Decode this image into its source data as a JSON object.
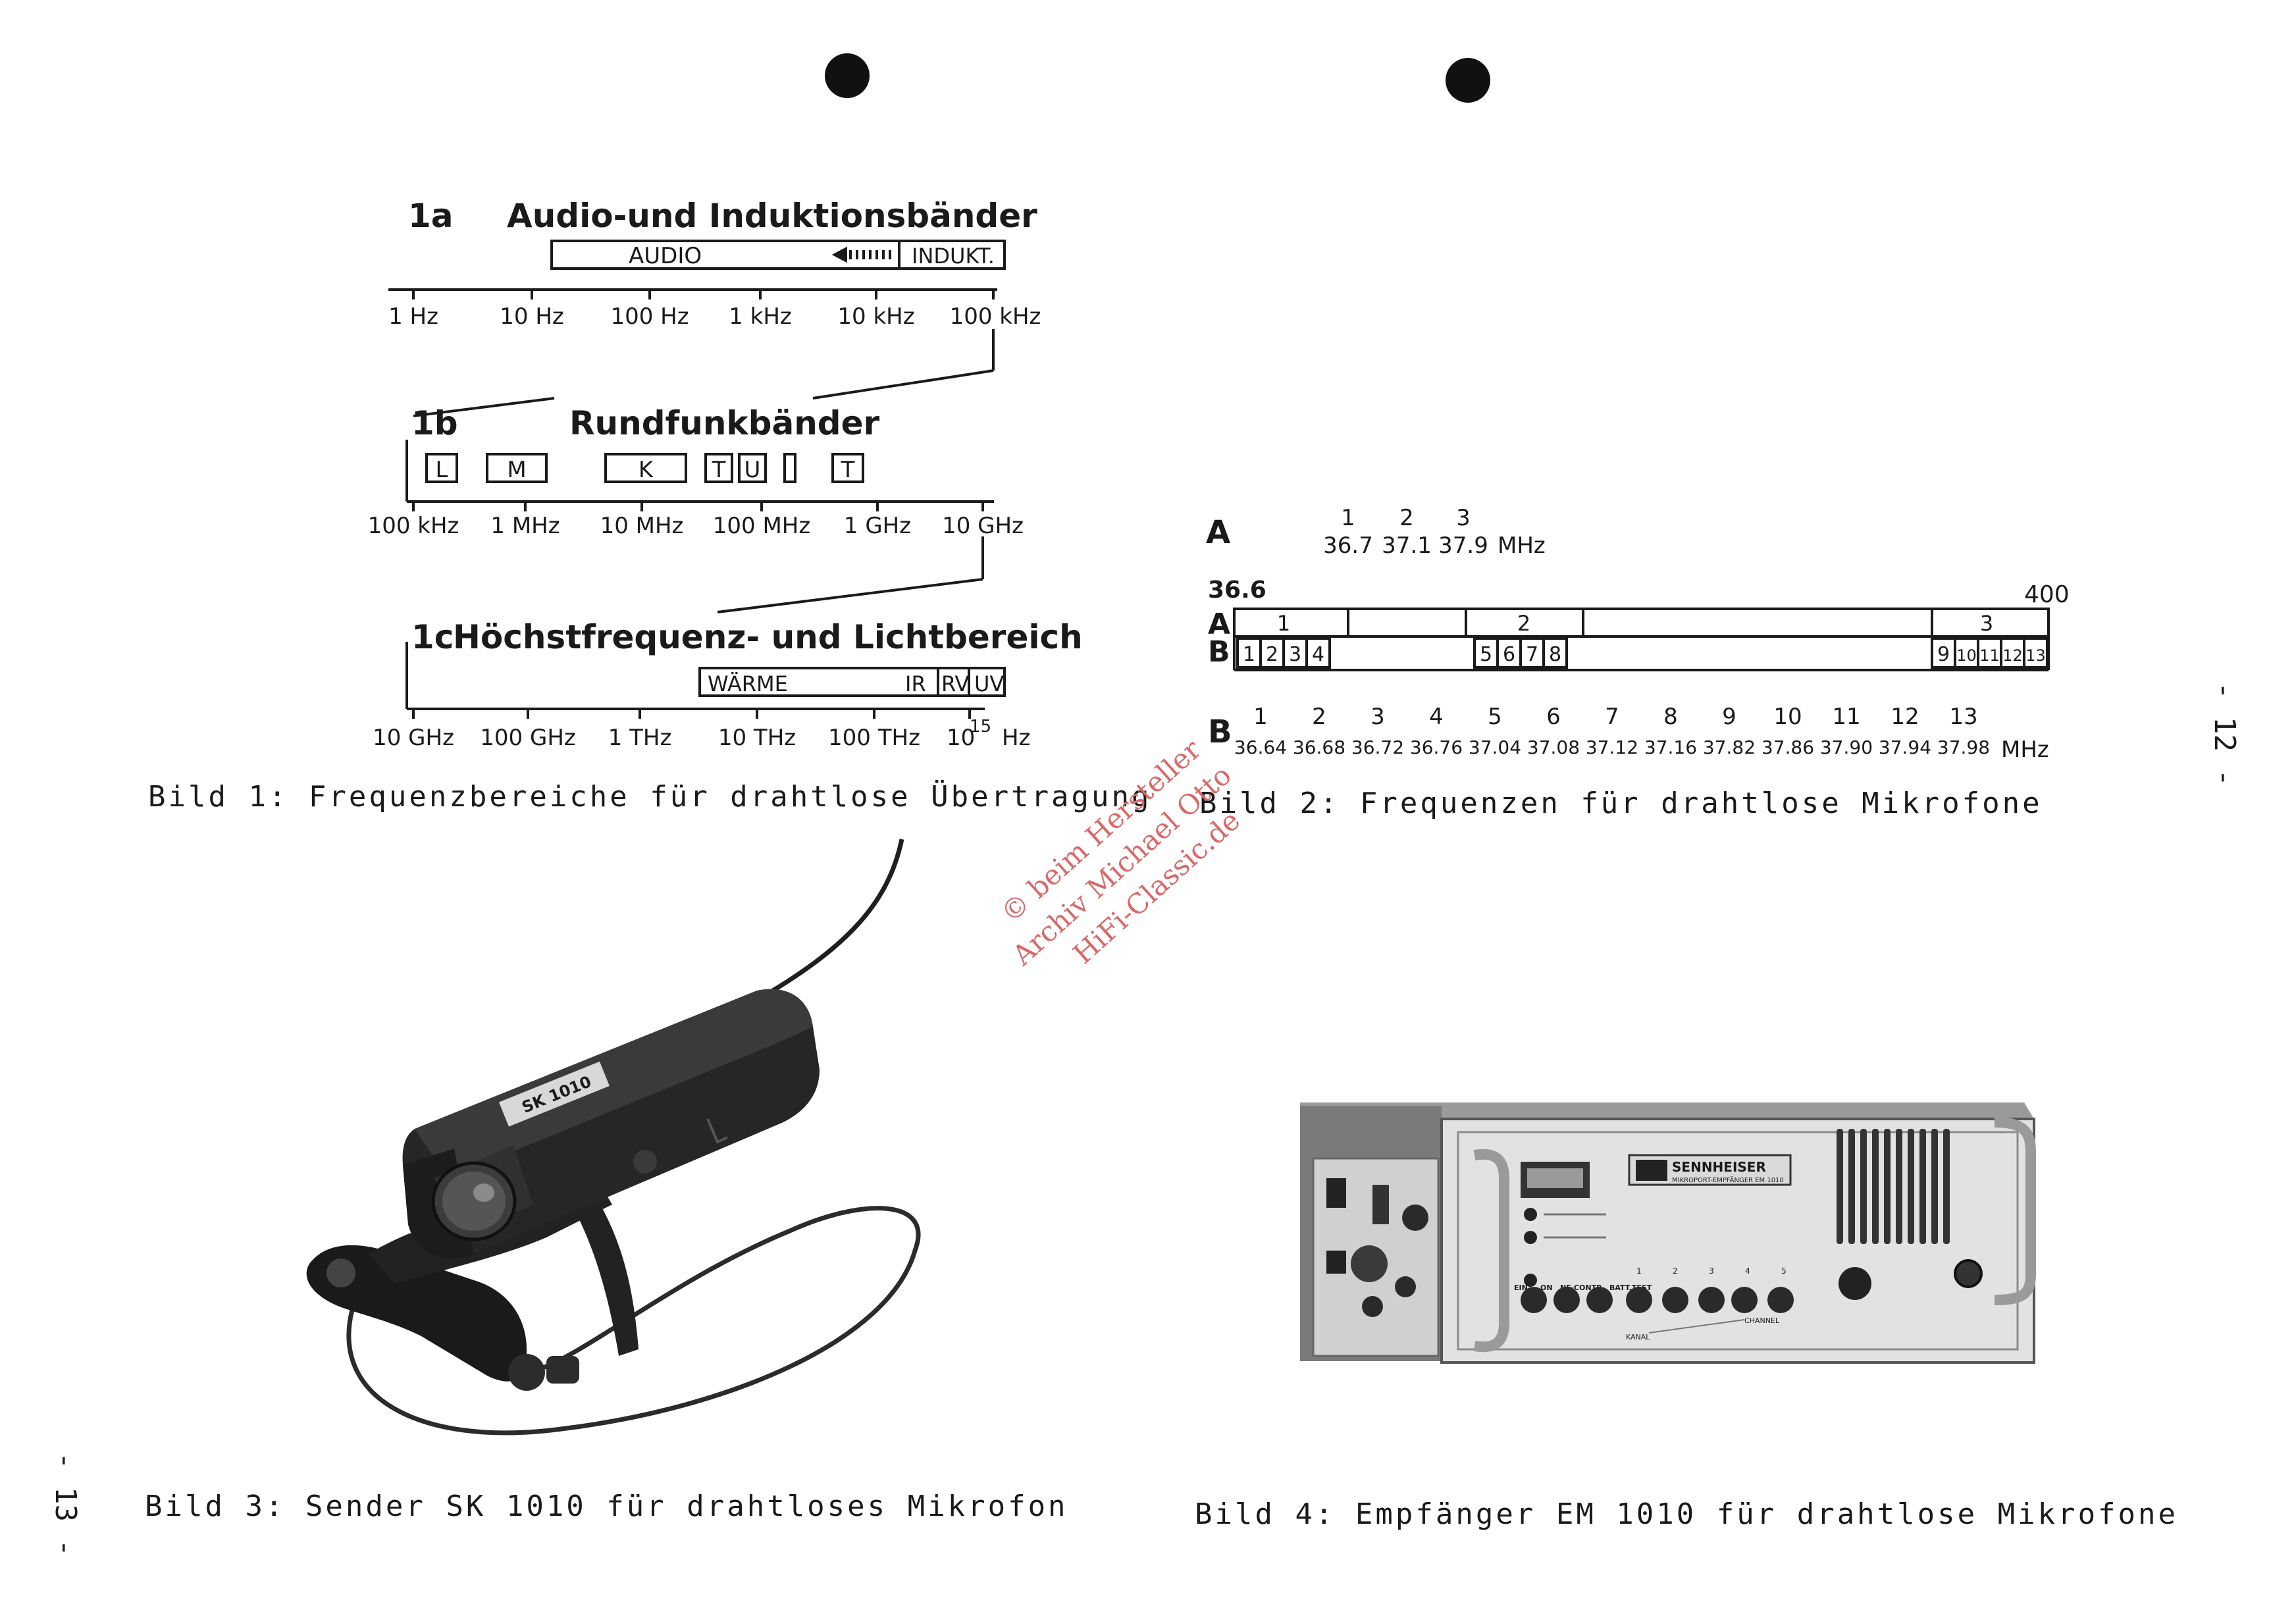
{
  "fig1": {
    "a": {
      "id": "1a",
      "title": "Audio-und Induktionsbänder",
      "bands": [
        "AUDIO",
        "INDUKT."
      ],
      "ticks": [
        "1 Hz",
        "10 Hz",
        "100 Hz",
        "1 kHz",
        "10 kHz",
        "100 kHz"
      ]
    },
    "b": {
      "id": "1b",
      "title": "Rundfunkbänder",
      "bands": [
        "L",
        "M",
        "K",
        "T",
        "U",
        "",
        "T"
      ],
      "ticks": [
        "100 kHz",
        "1 MHz",
        "10 MHz",
        "100 MHz",
        "1 GHz",
        "10 GHz"
      ]
    },
    "c": {
      "id": "1c",
      "title": "Höchstfrequenz- und Lichtbereich",
      "bands": [
        "WÄRME",
        "IR",
        "RV",
        "UV"
      ],
      "ticks": [
        "10 GHz",
        "100 GHz",
        "1 THz",
        "10 THz",
        "100 THz"
      ],
      "tick_last_base": "10",
      "tick_last_exp": "15",
      "tick_last_unit": "Hz"
    }
  },
  "fig2": {
    "row_a_label": "A",
    "row_b_label": "B",
    "a_channels": [
      "1",
      "2",
      "3"
    ],
    "a_freqs": [
      "36.7",
      "37.1",
      "37.9"
    ],
    "mhz": "MHz",
    "scale_start": "36.6",
    "scale_end": "400",
    "bar_a_groups": [
      "1",
      "2",
      "3"
    ],
    "b_channels": [
      "1",
      "2",
      "3",
      "4",
      "5",
      "6",
      "7",
      "8",
      "9",
      "10",
      "11",
      "12",
      "13"
    ],
    "b_freqs": [
      "36.64",
      "36.68",
      "36.72",
      "36.76",
      "37.04",
      "37.08",
      "37.12",
      "37.16",
      "37.82",
      "37.86",
      "37.90",
      "37.94",
      "37.98"
    ]
  },
  "captions": {
    "bild1": "Bild 1: Frequenzbereiche für drahtlose Übertragung",
    "bild2": "Bild 2: Frequenzen für drahtlose Mikrofone",
    "bild3": "Bild 3: Sender SK 1010 für drahtloses Mikrofon",
    "bild4": "Bild 4: Empfänger EM 1010 für drahtlose Mikrofone"
  },
  "page_numbers": {
    "right": "- 12 -",
    "left": "- 13 -"
  },
  "watermark": {
    "line1": "© beim Hersteller",
    "line2": "Archiv Michael Otto",
    "line3": "HiFi-Classic.de"
  },
  "photos": {
    "sender_label": "SK 1010",
    "receiver_brand": "SENNHEISER",
    "receiver_model": "MIKROPORT-EMPFÄNGER EM 1010",
    "receiver_row_labels": [
      "EIN",
      "ON",
      "NF-CONTR.",
      "BATT.TEST"
    ],
    "receiver_kanal": "KANAL",
    "receiver_channel": "CHANNEL",
    "receiver_knob_numbers": [
      "1",
      "2",
      "3",
      "4",
      "5"
    ]
  }
}
